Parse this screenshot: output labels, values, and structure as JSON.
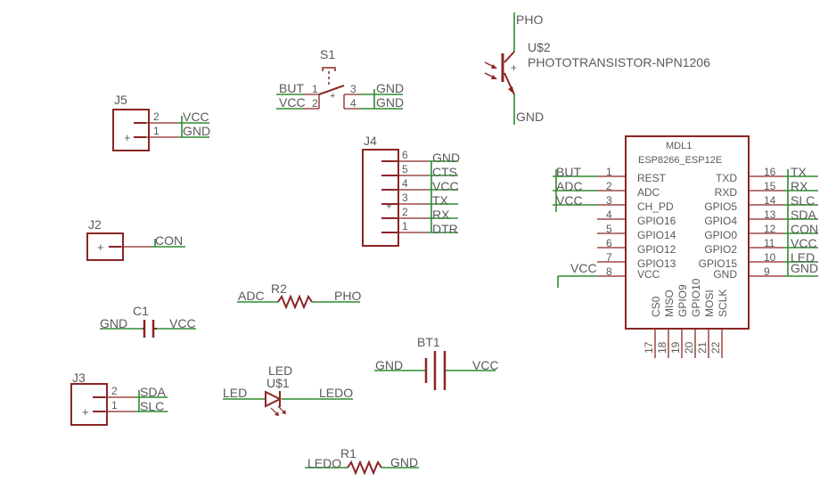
{
  "j5": {
    "ref": "J5",
    "pin2": "2",
    "pin1": "1",
    "net2": "VCC",
    "net1": "GND"
  },
  "s1": {
    "ref": "S1",
    "p1": "1",
    "p2": "2",
    "p3": "3",
    "p4": "4",
    "n1": "BUT",
    "n2": "VCC",
    "n3": "GND",
    "n4": "GND"
  },
  "u2": {
    "ref": "U$2",
    "value": "PHOTOTRANSISTOR-NPN1206",
    "top": "PHO",
    "bottom": "GND"
  },
  "j4": {
    "ref": "J4",
    "pins": [
      "6",
      "5",
      "4",
      "3",
      "2",
      "1"
    ],
    "nets": [
      "GND",
      "CTS",
      "VCC",
      "TX",
      "RX",
      "DTR"
    ]
  },
  "j2": {
    "ref": "J2",
    "net": "CON"
  },
  "r2": {
    "ref": "R2",
    "left": "ADC",
    "right": "PHO"
  },
  "c1": {
    "ref": "C1",
    "left": "GND",
    "right": "VCC"
  },
  "bt1": {
    "ref": "BT1",
    "left": "GND",
    "right": "VCC"
  },
  "led": {
    "ref": "U$1",
    "value": "LED",
    "left": "LED",
    "right": "LEDO"
  },
  "j3": {
    "ref": "J3",
    "pin2": "2",
    "pin1": "1",
    "net2": "SDA",
    "net1": "SLC"
  },
  "r1": {
    "ref": "R1",
    "left": "LEDO",
    "right": "GND"
  },
  "mdl1": {
    "ref": "MDL1",
    "value": "ESP8266_ESP12E",
    "left_pins": [
      {
        "num": "1",
        "name": "REST",
        "net": "BUT"
      },
      {
        "num": "2",
        "name": "ADC",
        "net": "ADC"
      },
      {
        "num": "3",
        "name": "CH_PD",
        "net": "VCC"
      },
      {
        "num": "4",
        "name": "GPIO16",
        "net": ""
      },
      {
        "num": "5",
        "name": "GPIO14",
        "net": ""
      },
      {
        "num": "6",
        "name": "GPIO12",
        "net": ""
      },
      {
        "num": "7",
        "name": "GPIO13",
        "net": ""
      },
      {
        "num": "8",
        "name": "VCC",
        "net": "VCC"
      }
    ],
    "right_pins": [
      {
        "num": "16",
        "name": "TXD",
        "net": "TX"
      },
      {
        "num": "15",
        "name": "RXD",
        "net": "RX"
      },
      {
        "num": "14",
        "name": "GPIO5",
        "net": "SLC"
      },
      {
        "num": "13",
        "name": "GPIO4",
        "net": "SDA"
      },
      {
        "num": "12",
        "name": "GPIO0",
        "net": "CON"
      },
      {
        "num": "11",
        "name": "GPIO2",
        "net": "VCC"
      },
      {
        "num": "10",
        "name": "GPIO15",
        "net": "LED"
      },
      {
        "num": "9",
        "name": "GND",
        "net": "GND"
      }
    ],
    "bottom_pins": [
      {
        "num": "17",
        "name": "CS0"
      },
      {
        "num": "18",
        "name": "MISO"
      },
      {
        "num": "19",
        "name": "GPIO9"
      },
      {
        "num": "20",
        "name": "GPIO10"
      },
      {
        "num": "21",
        "name": "MOSI"
      },
      {
        "num": "22",
        "name": "SCLK"
      }
    ]
  }
}
